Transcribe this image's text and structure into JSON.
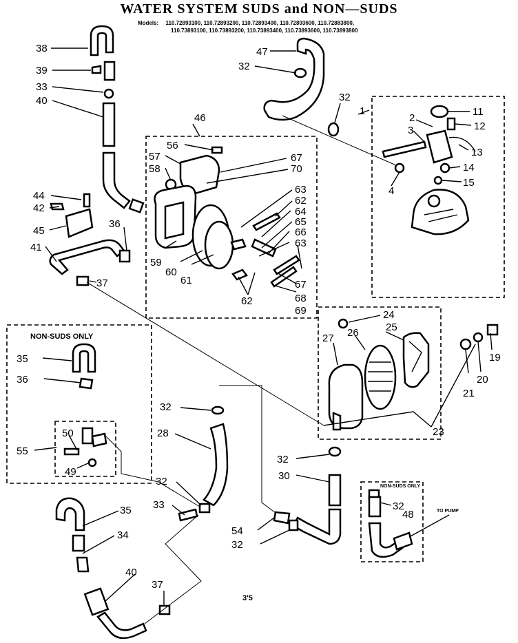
{
  "title": "WATER SYSTEM SUDS and NON—SUDS",
  "models": {
    "label": "Models:",
    "line1": "110.72893100, 110.72893200, 110.72893400, 110.72893600, 110.72883800,",
    "line2": "110.73893100, 110.73893200, 110.73893400, 110.73893600, 110.73893800"
  },
  "callouts": [
    "38",
    "39",
    "33",
    "40",
    "44",
    "42",
    "45",
    "41",
    "36",
    "37",
    "46",
    "56",
    "57",
    "58",
    "67",
    "70",
    "63",
    "62",
    "64",
    "65",
    "66",
    "59",
    "60",
    "61",
    "68",
    "69",
    "47",
    "32",
    "1",
    "2",
    "3",
    "11",
    "12",
    "13",
    "14",
    "15",
    "4",
    "24",
    "25",
    "26",
    "27",
    "19",
    "20",
    "21",
    "23",
    "35",
    "30",
    "28",
    "34",
    "54",
    "55",
    "50",
    "49",
    "48"
  ],
  "non_suds_only_label": "NON-SUDS ONLY",
  "non_suds_small_label": "NON-SUDS ONLY",
  "to_pump_label": "TO PUMP",
  "page_mark": "3'5"
}
